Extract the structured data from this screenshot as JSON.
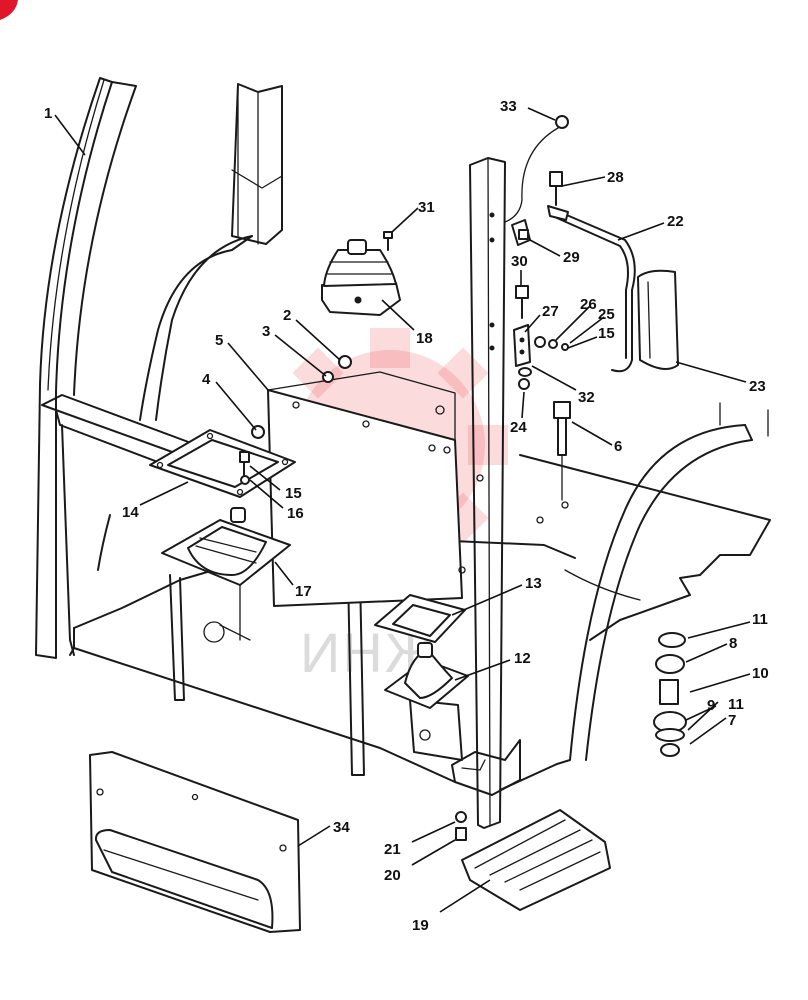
{
  "diagram": {
    "callouts": [
      {
        "id": "c1",
        "label": "1"
      },
      {
        "id": "c2",
        "label": "2"
      },
      {
        "id": "c3",
        "label": "3"
      },
      {
        "id": "c4",
        "label": "4"
      },
      {
        "id": "c5",
        "label": "5"
      },
      {
        "id": "c6",
        "label": "6"
      },
      {
        "id": "c7",
        "label": "7"
      },
      {
        "id": "c8",
        "label": "8"
      },
      {
        "id": "c9",
        "label": "9"
      },
      {
        "id": "c10",
        "label": "10"
      },
      {
        "id": "c11a",
        "label": "11"
      },
      {
        "id": "c11b",
        "label": "11"
      },
      {
        "id": "c12",
        "label": "12"
      },
      {
        "id": "c13",
        "label": "13"
      },
      {
        "id": "c14",
        "label": "14"
      },
      {
        "id": "c15a",
        "label": "15"
      },
      {
        "id": "c15b",
        "label": "15"
      },
      {
        "id": "c16",
        "label": "16"
      },
      {
        "id": "c17",
        "label": "17"
      },
      {
        "id": "c18",
        "label": "18"
      },
      {
        "id": "c19",
        "label": "19"
      },
      {
        "id": "c20",
        "label": "20"
      },
      {
        "id": "c21",
        "label": "21"
      },
      {
        "id": "c22",
        "label": "22"
      },
      {
        "id": "c23",
        "label": "23"
      },
      {
        "id": "c24",
        "label": "24"
      },
      {
        "id": "c25",
        "label": "25"
      },
      {
        "id": "c26",
        "label": "26"
      },
      {
        "id": "c27",
        "label": "27"
      },
      {
        "id": "c28",
        "label": "28"
      },
      {
        "id": "c29",
        "label": "29"
      },
      {
        "id": "c30",
        "label": "30"
      },
      {
        "id": "c31",
        "label": "31"
      },
      {
        "id": "c32",
        "label": "32"
      },
      {
        "id": "c33",
        "label": "33"
      },
      {
        "id": "c34",
        "label": "34"
      }
    ],
    "watermark": "ИНЖ",
    "colors": {
      "line": "#1a1a1a",
      "corner": "#e0162b",
      "watermark": "#e8363f"
    }
  }
}
